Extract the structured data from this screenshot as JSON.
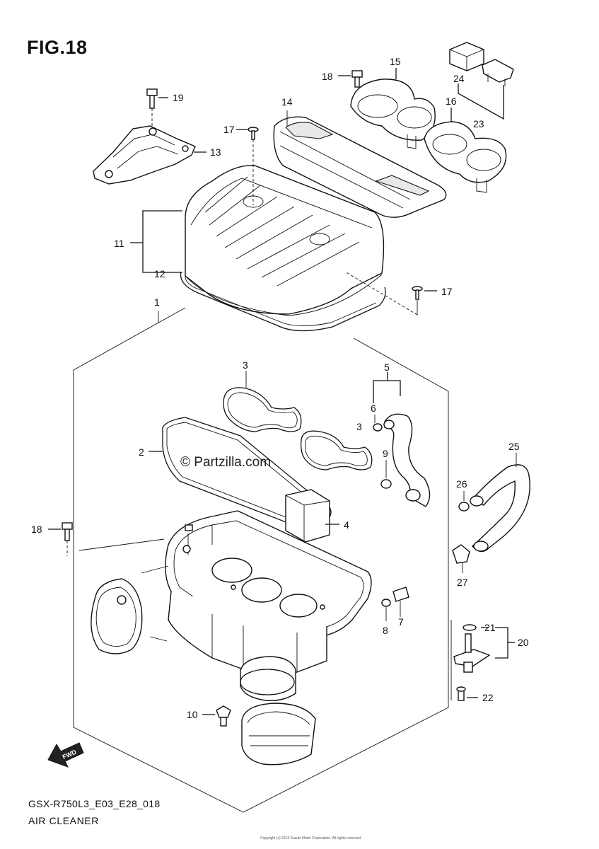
{
  "figure": {
    "title": "FIG.18",
    "code": "GSX-R750L3_E03_E28_018",
    "caption": "AIR CLEANER",
    "watermark": "© Partzilla.com",
    "fwd_label": "FWD",
    "footer_small": "Copyright (c) 2013 Suzuki Motor Corporation. All rights reserved."
  },
  "callouts": [
    "1",
    "2",
    "3",
    "3",
    "4",
    "5",
    "6",
    "7",
    "8",
    "9",
    "10",
    "11",
    "12",
    "13",
    "14",
    "15",
    "16",
    "17",
    "17",
    "18",
    "18",
    "19",
    "20",
    "21",
    "22",
    "23",
    "24",
    "25",
    "26",
    "27"
  ],
  "icons": {
    "fwd_arrow": "fwd-arrow-icon"
  }
}
